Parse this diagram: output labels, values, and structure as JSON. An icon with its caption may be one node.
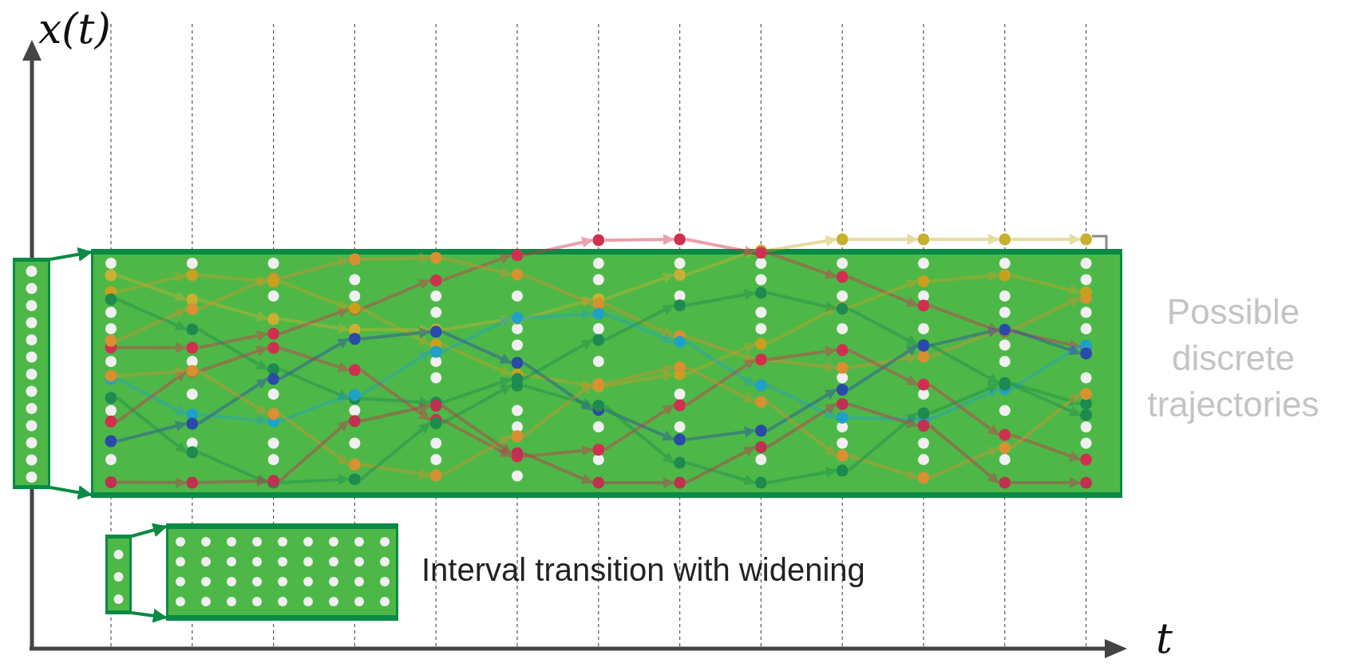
{
  "diagram": {
    "nodes": [
      {
        "text": [],
        "shape": "bar"
      },
      {
        "text": [],
        "shape": "box",
        "beside": [
          "Possible discrete trajectories"
        ]
      },
      {
        "text": [],
        "shape": "bar"
      },
      {
        "text": [],
        "shape": "box"
      }
    ],
    "edges": [
      {
        "from": 0,
        "to": 1,
        "arrow": "to"
      },
      {
        "from": 0,
        "to": 1,
        "arrow": "to"
      },
      {
        "from": 2,
        "to": 3,
        "arrow": "to"
      },
      {
        "from": 2,
        "to": 3,
        "arrow": "to"
      }
    ],
    "labels": [
      "x(t)",
      "t"
    ],
    "legend": [
      {
        "text": "Interval transition with widening"
      }
    ]
  }
}
